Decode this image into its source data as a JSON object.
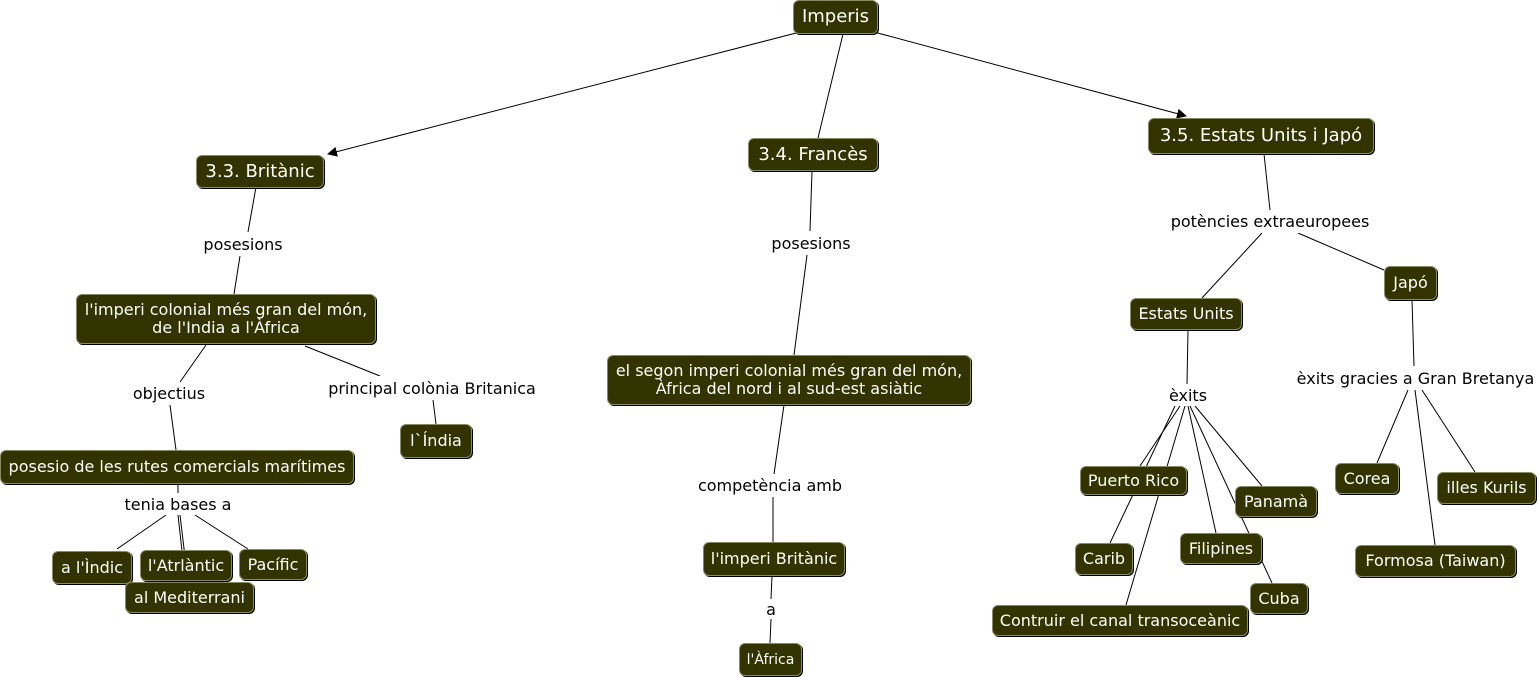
{
  "colors": {
    "node_fill": "#333300",
    "node_text": "#ffffff",
    "line": "#000000",
    "background": "#ffffff"
  },
  "concepts": {
    "imperis": "Imperis",
    "britanic": "3.3. Britànic",
    "frances": "3.4. Francès",
    "estats_japo": "3.5. Estats Units i Japó",
    "imperi_colonial_gran": "l'imperi colonial més gran del món,\nde l'India a l'Àfrica",
    "posesio_rutes": "posesio de les rutes comercials marítimes",
    "india": "l`Índia",
    "a_indic": "a l'Ìndic",
    "atlantic": "l'Atrlàntic",
    "pacific": "Pacífic",
    "mediterrani": "al Mediterrani",
    "segon_imperi": "el segon imperi colonial més gran del món,\nÀfrica del nord i al sud-est asiàtic",
    "imperi_britanic": "l'imperi Britànic",
    "africa": "l'Àfrica",
    "estats_units": "Estats Units",
    "japo": "Japó",
    "puerto_rico": "Puerto Rico",
    "panama": "Panamà",
    "carib": "Carib",
    "filipines": "Filipines",
    "cuba": "Cuba",
    "canal": "Contruir el canal transoceànic",
    "corea": "Corea",
    "kurils": "illes Kurils",
    "formosa": "Formosa (Taiwan)"
  },
  "link_labels": {
    "posesions_brit": "posesions",
    "objectius": "objectius",
    "principal_colonia": "principal colònia Britanica",
    "tenia_bases": "tenia bases a",
    "posesions_fr": "posesions",
    "competencia": "competència amb",
    "a": "a",
    "potencies": "potències extraeuropees",
    "exits": "èxits",
    "exits_gb": "èxits gracies a Gran Bretanya"
  }
}
